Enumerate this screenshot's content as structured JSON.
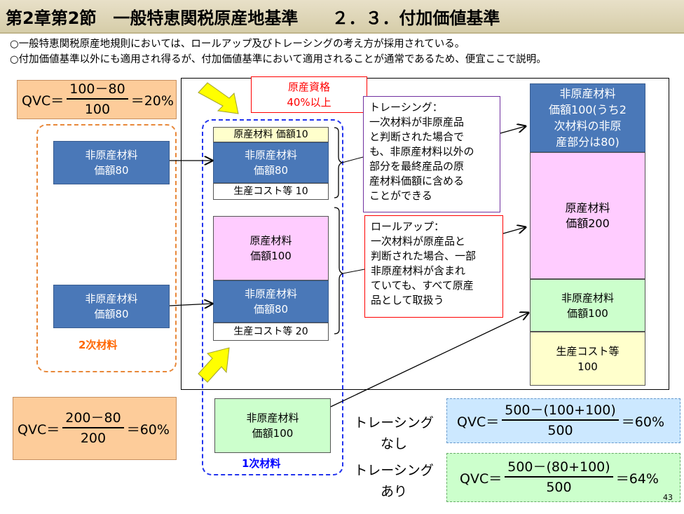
{
  "header": {
    "title": "第2章第2節　一般特恵関税原産地基準　　２．３．付加価値基準"
  },
  "bullets": [
    "○一般特恵関税原産地規則においては、ロールアップ及びトレーシングの考え方が採用されている。",
    "○付加価値基準以外にも適用され得るが、付加価値基準において適用されることが通常であるため、便宜ここで説明。"
  ],
  "qvc_top": {
    "lhs": "QVC＝",
    "num": "100－80",
    "den": "100",
    "rhs": "＝20%"
  },
  "qvc_bottom": {
    "lhs": "QVC＝",
    "num": "200－80",
    "den": "200",
    "rhs": "＝60%"
  },
  "secondary": {
    "box1": [
      "非原産材料",
      "価額80"
    ],
    "box2": [
      "非原産材料",
      "価額80"
    ],
    "label": "2次材料"
  },
  "product_a": {
    "top": "原産材料 価額10",
    "mid": [
      "非原産材料",
      "価額80"
    ],
    "bottom": "生産コスト等 10"
  },
  "product_b": {
    "top": [
      "原産材料",
      "価額100"
    ],
    "mid": [
      "非原産材料",
      "価額80"
    ],
    "bottom": "生産コスト等 20"
  },
  "primary": {
    "box": [
      "非原産材料",
      "価額100"
    ],
    "label": "1次材料"
  },
  "requirement": [
    "原産資格",
    "40%以上"
  ],
  "tracing_callout": [
    "トレーシング：",
    "一次材料が非原産品",
    "と判断された場合で",
    "も、非原産材料以外の",
    "部分を最終産品の原",
    "産材料価額に含める",
    "ことができる"
  ],
  "rollup_callout": [
    "ロールアップ：",
    "一次材料が原産品と",
    "判断された場合、一部",
    "非原産材料が含まれ",
    "ていても、すべて原産",
    "品として取扱う"
  ],
  "final": {
    "blue": [
      "非原産材料",
      "価額100(うち2",
      "次材料の非原",
      "産部分は80)"
    ],
    "pink": [
      "原産材料",
      "価額200"
    ],
    "green": [
      "非原産材料",
      "価額100"
    ],
    "white": [
      "生産コスト等",
      "100"
    ]
  },
  "tracing_none": {
    "label": [
      "トレーシング",
      "なし"
    ],
    "lhs": "QVC＝",
    "num": "500－(100+100)",
    "den": "500",
    "rhs": "＝60%"
  },
  "tracing_yes": {
    "label": [
      "トレーシング",
      "あり"
    ],
    "lhs": "QVC＝",
    "num": "500－(80+100)",
    "den": "500",
    "rhs": "＝64%"
  },
  "page_number": "43",
  "colors": {
    "blue": "#4a78b8",
    "pink": "#ffccff",
    "green": "#ccffcc",
    "orange": "#ff6600",
    "purple": "#7030a0",
    "red": "#ff0000"
  }
}
